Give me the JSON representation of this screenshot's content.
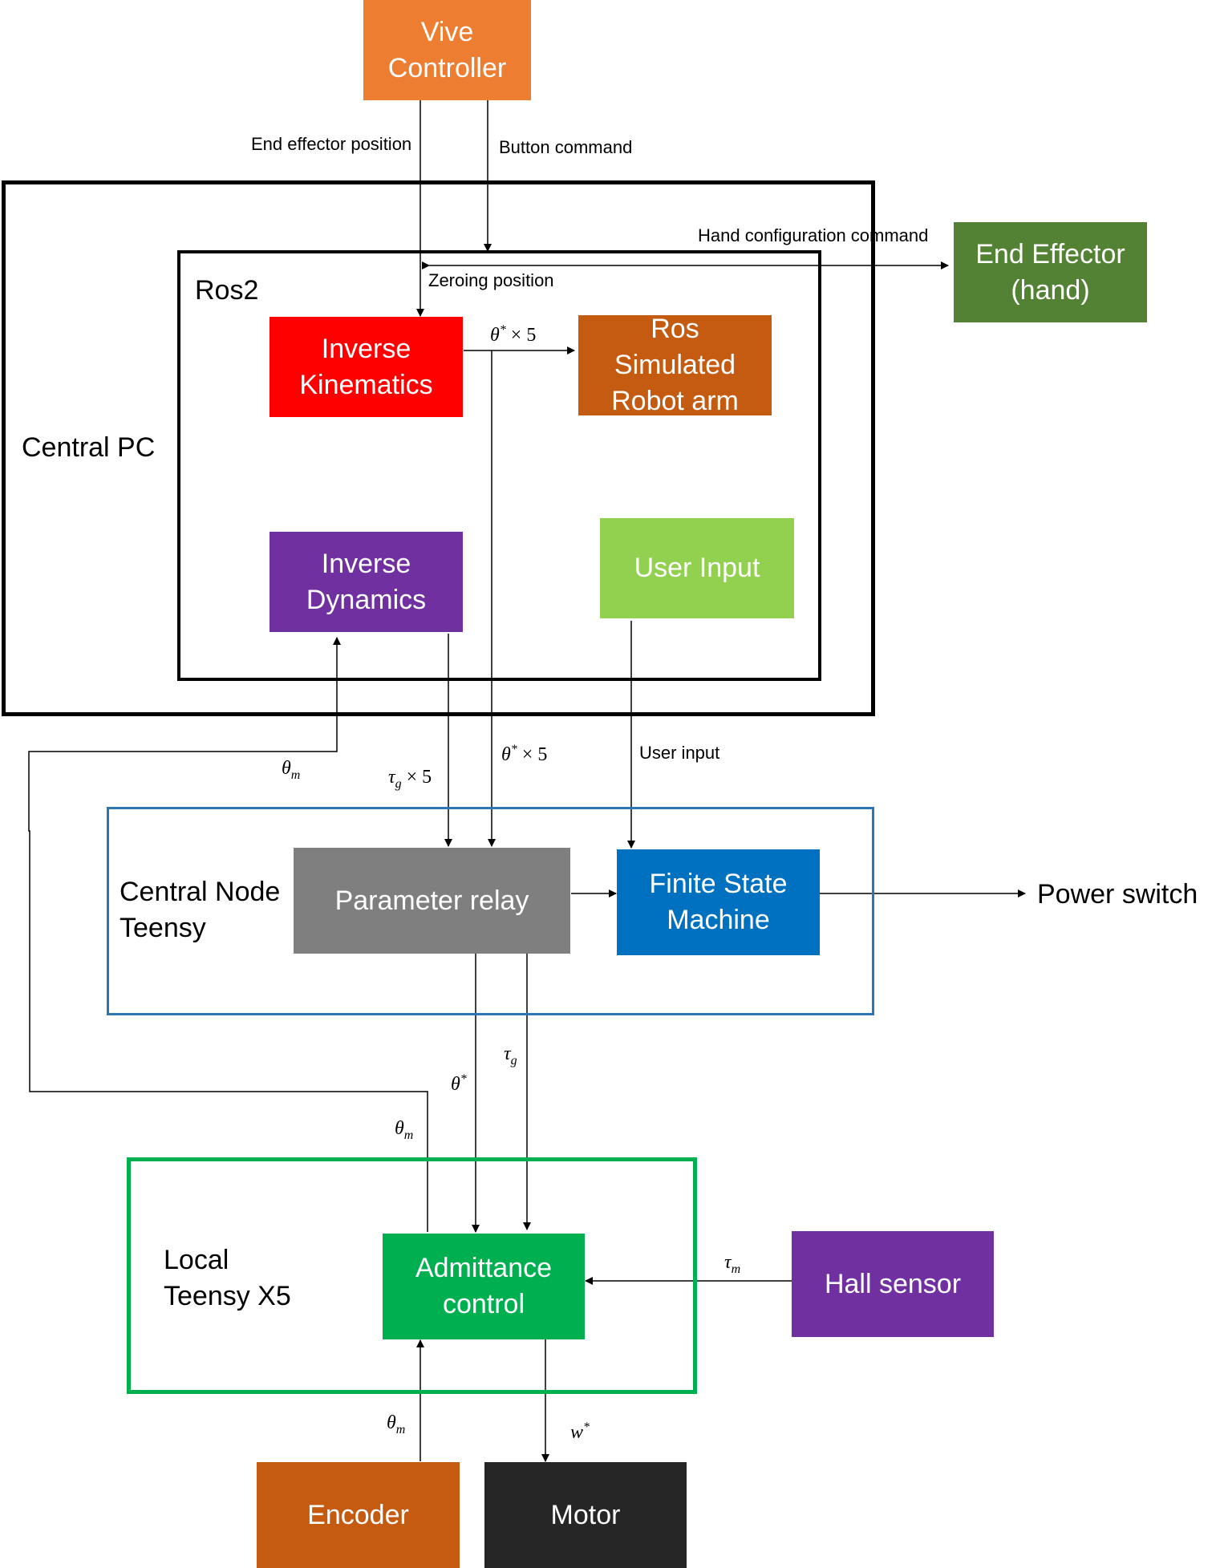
{
  "nodes": {
    "vive_controller": {
      "label": "Vive\nController",
      "color": "#ED7D31"
    },
    "end_effector_hand": {
      "label": "End Effector\n(hand)",
      "color": "#548235"
    },
    "inverse_kinematics": {
      "label": "Inverse\nKinematics",
      "color": "#FF0000"
    },
    "ros_simulated_robot_arm": {
      "label": "Ros\nSimulated\nRobot arm",
      "color": "#C55A11"
    },
    "inverse_dynamics": {
      "label": "Inverse\nDynamics",
      "color": "#7030A0"
    },
    "user_input": {
      "label": "User Input",
      "color": "#92D050"
    },
    "parameter_relay": {
      "label": "Parameter relay",
      "color": "#7F7F7F"
    },
    "finite_state_machine": {
      "label": "Finite State\nMachine",
      "color": "#0070C0"
    },
    "admittance_control": {
      "label": "Admittance\ncontrol",
      "color": "#00B050"
    },
    "hall_sensor": {
      "label": "Hall sensor",
      "color": "#7030A0"
    },
    "encoder": {
      "label": "Encoder",
      "color": "#C55A11"
    },
    "motor": {
      "label": "Motor",
      "color": "#262626"
    }
  },
  "groups": {
    "central_pc": {
      "label": "Central PC",
      "border_color": "#000000"
    },
    "ros2": {
      "label": "Ros2",
      "border_color": "#000000"
    },
    "central_node_teensy": {
      "label": "Central Node\n Teensy",
      "border_color": "#2E75B6"
    },
    "local_teensy_x5": {
      "label": "Local\nTeensy X5",
      "border_color": "#00B050"
    }
  },
  "edge_labels": {
    "end_effector_position": "End effector position",
    "button_command": "Button command",
    "hand_configuration_command": "Hand configuration command",
    "zeroing_position": "Zeroing position",
    "user_input": "User input",
    "power_switch": "Power switch"
  },
  "math_labels": {
    "theta": "θ",
    "tau": "τ",
    "omega": "w",
    "star": "*",
    "m": "m",
    "g": "g",
    "times_five": "× 5"
  }
}
